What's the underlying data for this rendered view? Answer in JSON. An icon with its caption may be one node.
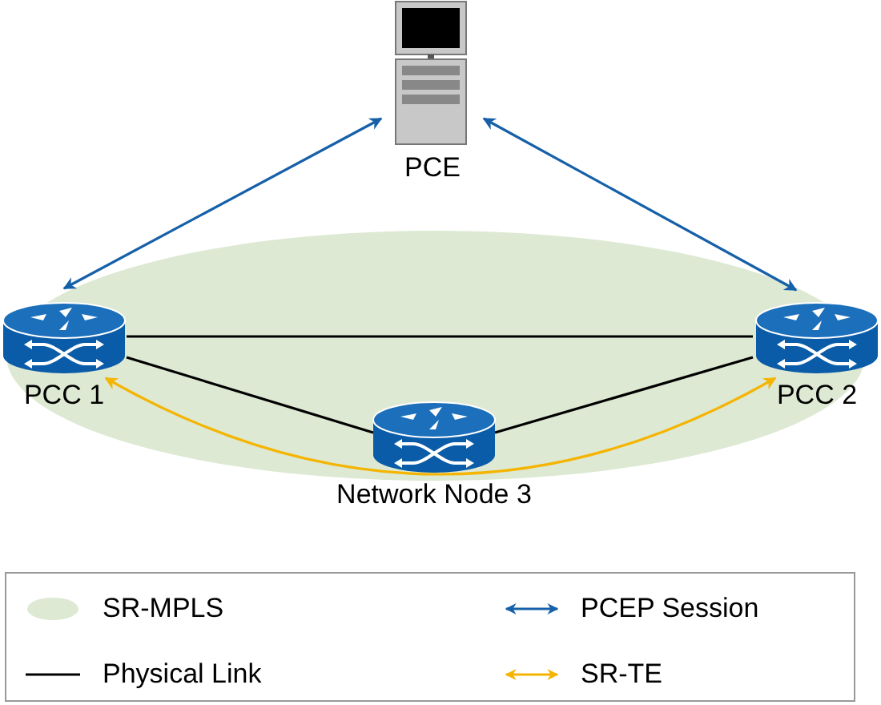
{
  "diagram": {
    "nodes": [
      {
        "text": [
          "PCE"
        ]
      },
      {
        "text": [
          "PCC 1"
        ]
      },
      {
        "text": [
          "PCC 2"
        ]
      },
      {
        "text": [
          "Network Node 3"
        ]
      }
    ],
    "edges": [
      {
        "from": 0,
        "to": 1,
        "arrow": "both",
        "color": "#1560a8"
      },
      {
        "from": 0,
        "to": 2,
        "arrow": "both",
        "color": "#1560a8"
      },
      {
        "from": 1,
        "to": 2,
        "arrow": "none"
      },
      {
        "from": 1,
        "to": 3,
        "arrow": "none"
      },
      {
        "from": 3,
        "to": 2,
        "arrow": "none"
      },
      {
        "from": 1,
        "to": 2,
        "arrow": "both",
        "color": "#f5b400"
      }
    ],
    "legend": [
      {
        "text": "SR-MPLS",
        "color": "#dde9d3"
      },
      {
        "text": "PCEP Session"
      },
      {
        "text": "Physical Link"
      },
      {
        "text": "SR-TE"
      }
    ]
  }
}
